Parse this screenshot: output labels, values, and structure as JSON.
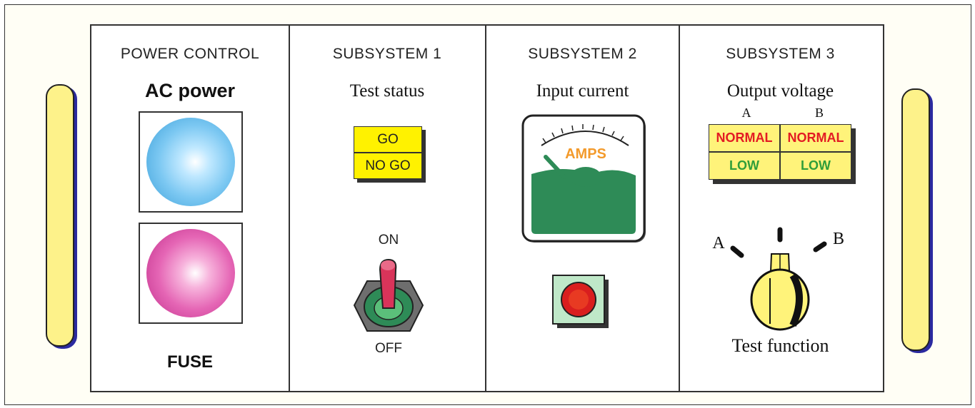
{
  "power": {
    "header": "POWER CONTROL",
    "title": "AC power",
    "power_button_icon": "blue-lamp-icon",
    "fuse_icon": "pink-lamp-icon",
    "fuse_label": "FUSE"
  },
  "sub1": {
    "header": "SUBSYSTEM 1",
    "title": "Test status",
    "go": "GO",
    "nogo": "NO GO",
    "on": "ON",
    "off": "OFF"
  },
  "sub2": {
    "header": "SUBSYSTEM 2",
    "title": "Input current",
    "meter_label": "AMPS"
  },
  "sub3": {
    "header": "SUBSYSTEM 3",
    "title": "Output voltage",
    "col_a": "A",
    "col_b": "B",
    "normal_a": "NORMAL",
    "normal_b": "NORMAL",
    "low_a": "LOW",
    "low_b": "LOW",
    "switch_a": "A",
    "switch_b": "B",
    "function_label": "Test function"
  },
  "colors": {
    "handle": "#fdf28a",
    "go_light": "#fff200",
    "normal_text": "#e31b23",
    "low_text": "#2f9e3a",
    "meter_face": "#2e8b57",
    "amps_text": "#f39a2b"
  }
}
